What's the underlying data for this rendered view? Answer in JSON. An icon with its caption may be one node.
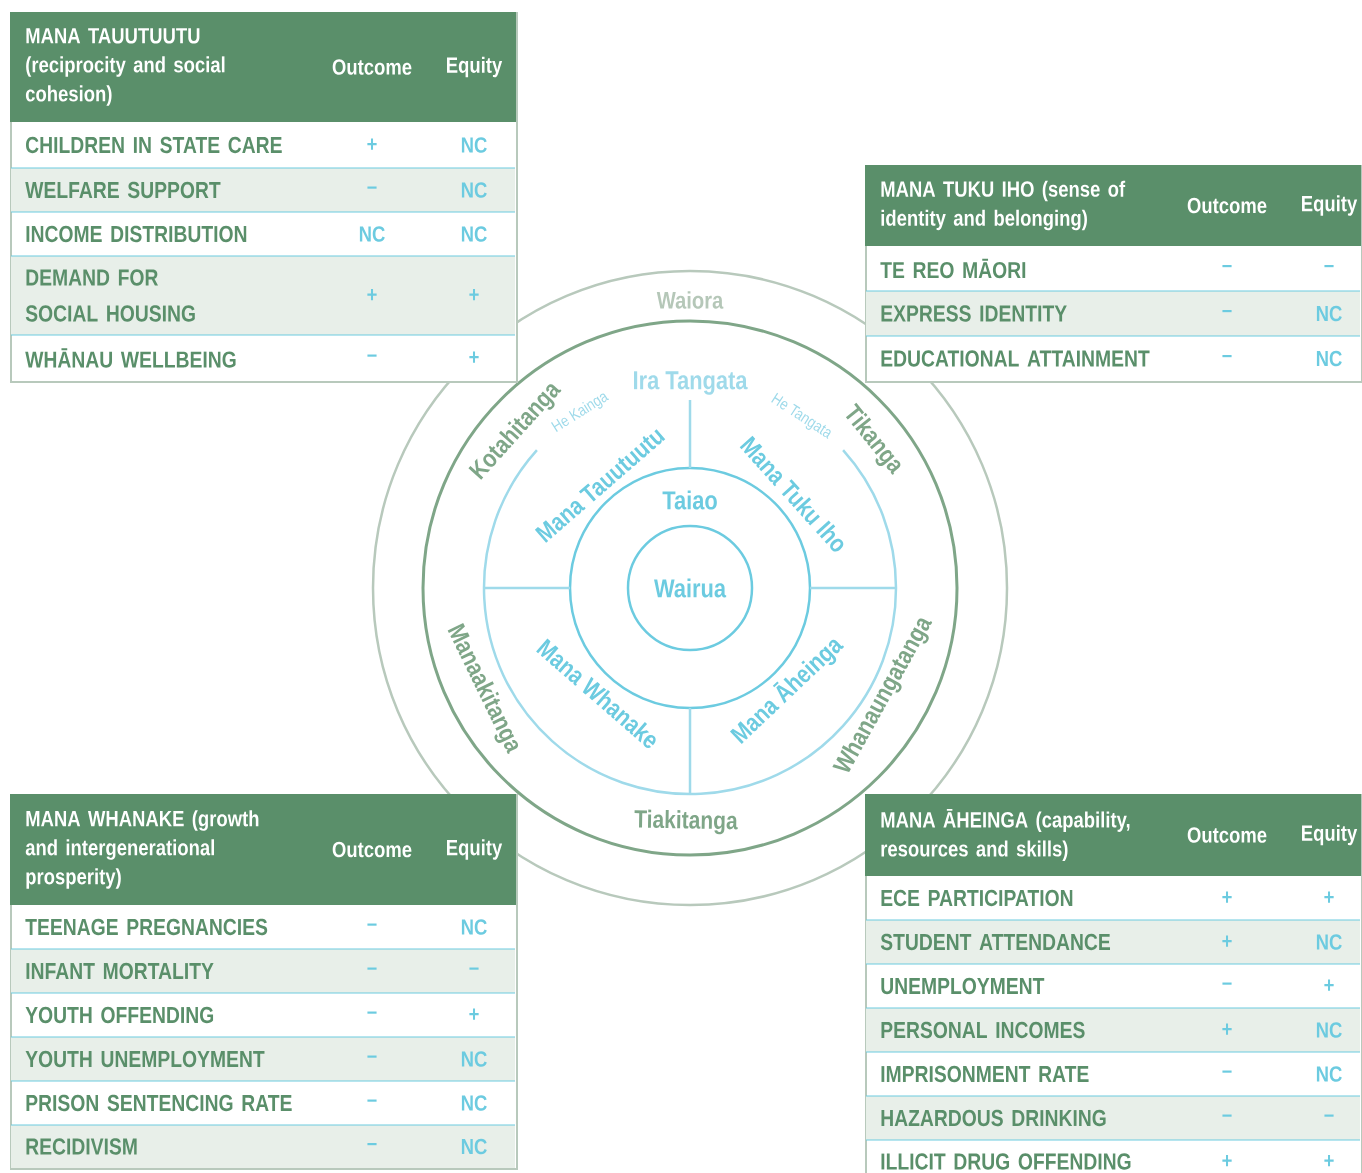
{
  "diagram": {
    "nodes": [
      {
        "text": [
          "MANA TAUUTUUTU (reciprocity and social cohesion)",
          "Outcome",
          "Equity",
          "CHILDREN IN STATE CARE",
          "+",
          "NC",
          "WELFARE SUPPORT",
          "–",
          "NC",
          "INCOME DISTRIBUTION",
          "NC",
          "NC",
          "DEMAND FOR SOCIAL HOUSING",
          "+",
          "+",
          "WHĀNAU WELLBEING",
          "–",
          "+"
        ]
      },
      {
        "text": [
          "MANA TUKU IHO (sense of identity and belonging)",
          "Outcome",
          "Equity",
          "TE REO MĀORI",
          "–",
          "–",
          "EXPRESS IDENTITY",
          "–",
          "NC",
          "EDUCATIONAL ATTAINMENT",
          "–",
          "NC"
        ]
      },
      {
        "text": [
          "MANA WHANAKE (growth and intergenerational prosperity)",
          "Outcome",
          "Equity",
          "TEENAGE PREGNANCIES",
          "–",
          "NC",
          "INFANT MORTALITY",
          "–",
          "–",
          "YOUTH OFFENDING",
          "–",
          "+",
          "YOUTH UNEMPLOYMENT",
          "–",
          "NC",
          "PRISON SENTENCING RATE",
          "–",
          "NC",
          "RECIDIVISM",
          "–",
          "NC"
        ]
      },
      {
        "text": [
          "MANA ĀHEINGA (capability, resources and skills)",
          "Outcome",
          "Equity",
          "ECE PARTICIPATION",
          "+",
          "+",
          "STUDENT ATTENDANCE",
          "+",
          "NC",
          "UNEMPLOYMENT",
          "–",
          "+",
          "PERSONAL INCOMES",
          "+",
          "NC",
          "IMPRISONMENT RATE",
          "–",
          "NC",
          "HAZARDOUS DRINKING",
          "–",
          "–",
          "ILLICIT DRUG OFFENDING",
          "+",
          "+"
        ]
      },
      {
        "text": [
          "Wairua"
        ]
      }
    ],
    "labels": [
      "Waiora",
      "Ira Tangata",
      "He Kainga",
      "He Tangata",
      "Kotahitanga",
      "Tikanga",
      "Mana Tauutuutu",
      "Mana Tuku Iho",
      "Taiao",
      "Manaakitanga",
      "Mana Whanake",
      "Mana Āheinga",
      "Whanaungatanga",
      "Tiakitanga"
    ]
  }
}
